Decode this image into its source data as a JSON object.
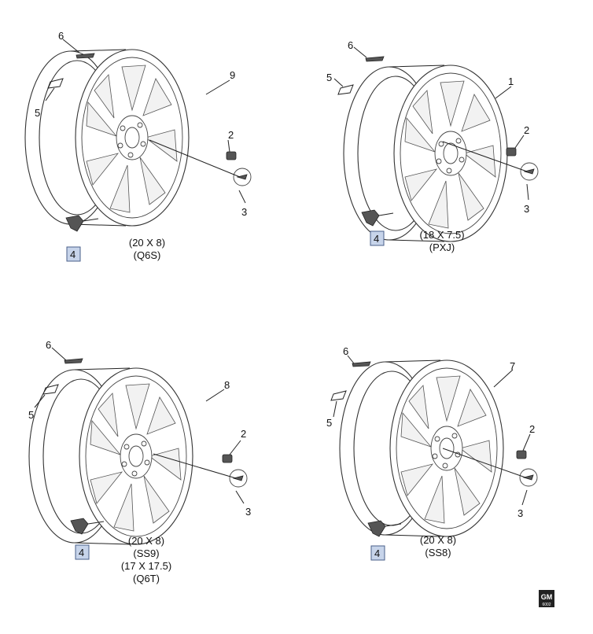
{
  "wheels": [
    {
      "callouts": {
        "nut": "2",
        "cap": "3",
        "sensor": "4",
        "weight_clip": "5",
        "weight": "6",
        "wheel": "9"
      },
      "caption": [
        "(20 X 8)",
        "(Q6S)"
      ]
    },
    {
      "callouts": {
        "nut": "2",
        "cap": "3",
        "sensor": "4",
        "weight_clip": "5",
        "weight": "6",
        "wheel": "1"
      },
      "caption": [
        "(18 X 7.5)",
        "(PXJ)"
      ]
    },
    {
      "callouts": {
        "nut": "2",
        "cap": "3",
        "sensor": "4",
        "weight_clip": "5",
        "weight": "6",
        "wheel": "8"
      },
      "caption": [
        "(20 X 8)",
        "(SS9)",
        "(17 X 17.5)",
        "(Q6T)"
      ]
    },
    {
      "callouts": {
        "nut": "2",
        "cap": "3",
        "sensor": "4",
        "weight_clip": "5",
        "weight": "6",
        "wheel": "7"
      },
      "caption": [
        "(20 X 8)",
        "(SS8)"
      ]
    }
  ],
  "logo": {
    "line1": "GM",
    "line2": "6002"
  },
  "colors": {
    "highlight": "#c7d4ea",
    "highlight_border": "#4a5f8a",
    "line": "#222222"
  }
}
